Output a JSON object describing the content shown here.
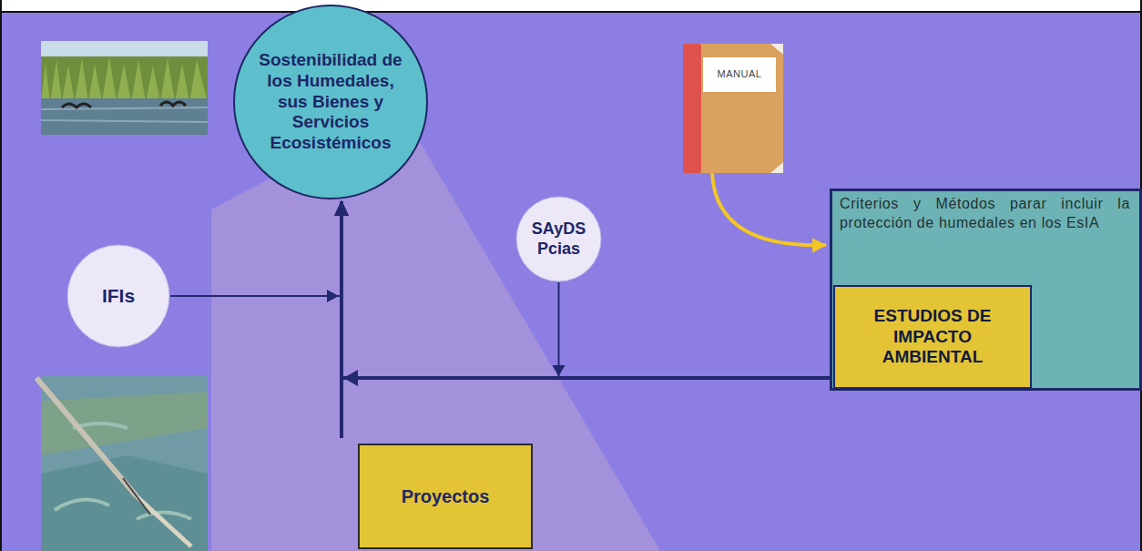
{
  "diagram": {
    "nodes": [
      {
        "text": [
          "Sostenibilidad de los Humedales, sus Bienes y Servicios Ecosistémicos"
        ]
      },
      {
        "text": [
          "IFIs"
        ]
      },
      {
        "text": [
          "SAyDS Pcias"
        ]
      },
      {
        "text": [
          "MANUAL"
        ]
      },
      {
        "text": [
          "Criterios y Métodos parar incluir la protección de humedales en los EsIA"
        ]
      },
      {
        "text": [
          "ESTUDIOS DE IMPACTO AMBIENTAL"
        ],
        "in": 4
      },
      {
        "text": [
          "Proyectos"
        ]
      }
    ],
    "edges": [
      {
        "from": 1,
        "to": 0,
        "arrow": "to"
      },
      {
        "from": 2,
        "to": 0,
        "arrow": "to"
      },
      {
        "from": 4,
        "to": 0,
        "arrow": "to"
      },
      {
        "from": 6,
        "to": 0,
        "arrow": "to"
      },
      {
        "from": 3,
        "to": 4,
        "arrow": "to"
      }
    ]
  }
}
